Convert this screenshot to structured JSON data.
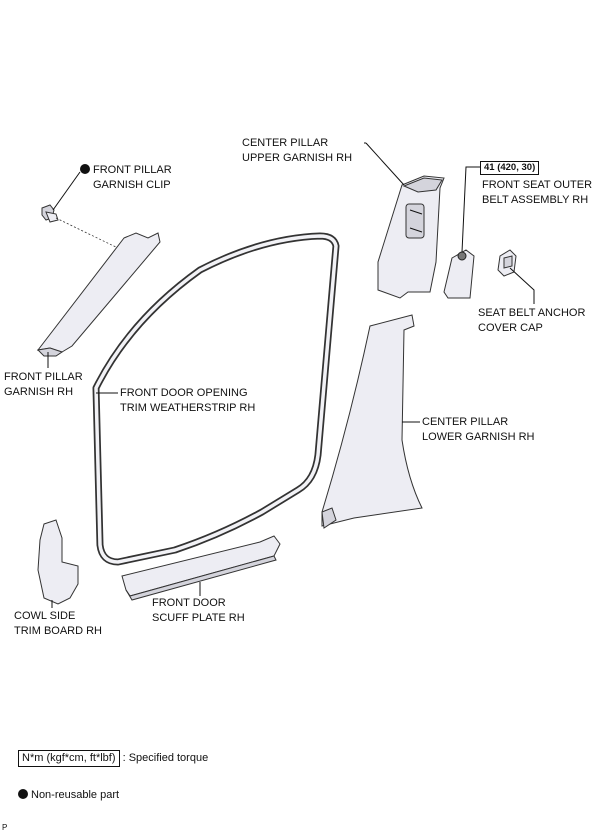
{
  "labels": {
    "front_pillar_garnish_clip": [
      "FRONT PILLAR",
      "GARNISH CLIP"
    ],
    "center_pillar_upper_garnish": [
      "CENTER PILLAR",
      "UPPER GARNISH RH"
    ],
    "front_seat_outer_belt": [
      "FRONT SEAT OUTER",
      "BELT ASSEMBLY RH"
    ],
    "seat_belt_anchor_cover_cap": [
      "SEAT BELT ANCHOR",
      "COVER CAP"
    ],
    "front_pillar_garnish": [
      "FRONT PILLAR",
      "GARNISH RH"
    ],
    "front_door_opening_weatherstrip": [
      "FRONT DOOR OPENING",
      "TRIM WEATHERSTRIP RH"
    ],
    "center_pillar_lower_garnish": [
      "CENTER PILLAR",
      "LOWER GARNISH RH"
    ],
    "cowl_side_trim_board": [
      "COWL SIDE",
      "TRIM BOARD RH"
    ],
    "front_door_scuff_plate": [
      "FRONT DOOR",
      "SCUFF PLATE RH"
    ]
  },
  "torque": "41 (420, 30)",
  "legend": {
    "torque_unit": "N*m (kgf*cm, ft*lbf)",
    "torque_desc": ": Specified torque",
    "non_reusable": "Non-reusable part"
  },
  "corner_mark": "P"
}
